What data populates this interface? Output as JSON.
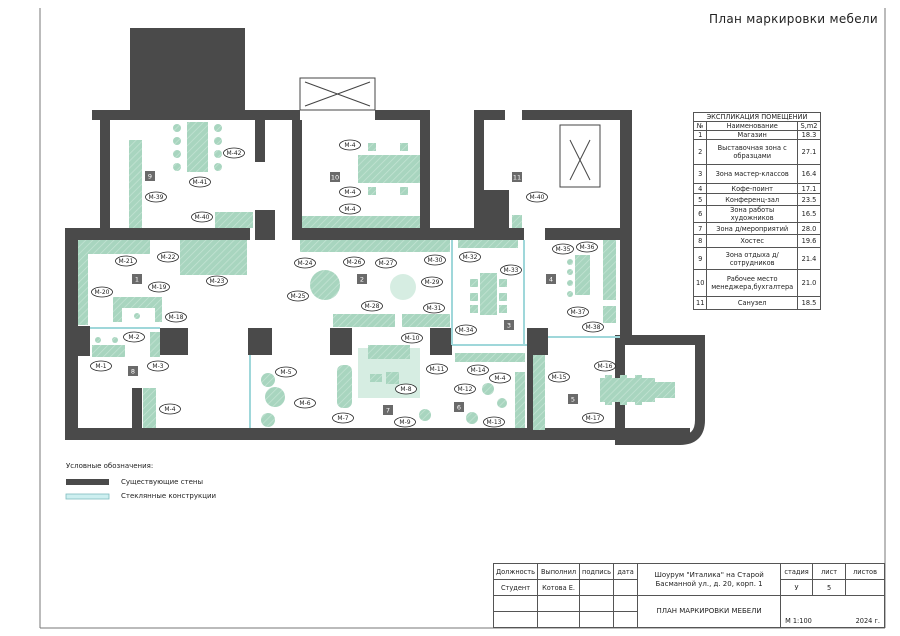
{
  "sheet_title": "План маркировки мебели",
  "explication": {
    "title": "ЭКСПЛИКАЦИЯ ПОМЕЩЕНИЙ",
    "headers": [
      "№",
      "Наименование",
      "S,m2"
    ],
    "rows": [
      {
        "n": "1",
        "name": "Магазин",
        "area": "18.3"
      },
      {
        "n": "2",
        "name": "Выставочная зона с образцами",
        "area": "27.1"
      },
      {
        "n": "3",
        "name": "Зона мастер-классов",
        "area": "16.4"
      },
      {
        "n": "4",
        "name": "Кофе-поинт",
        "area": "17.1"
      },
      {
        "n": "5",
        "name": "Конференц-зал",
        "area": "23.5"
      },
      {
        "n": "6",
        "name": "Зона работы художников",
        "area": "16.5"
      },
      {
        "n": "7",
        "name": "Зона д/мероприятий",
        "area": "28.0"
      },
      {
        "n": "8",
        "name": "Хостес",
        "area": "19.6"
      },
      {
        "n": "9",
        "name": "Зона отдыха д/сотрудников",
        "area": "21.4"
      },
      {
        "n": "10",
        "name": "Рабочее место менеджера,бухгалтера",
        "area": "21.0"
      },
      {
        "n": "11",
        "name": "Санузел",
        "area": "18.5"
      }
    ]
  },
  "legend": {
    "title": "Условные обозначения:",
    "walls": "Существующие стены",
    "glass": "Стеклянные конструкции",
    "wall_color": "#4a4a4a",
    "glass_color": "#cdeff0"
  },
  "rooms": [
    "9",
    "10",
    "11",
    "1",
    "8",
    "2",
    "3",
    "4",
    "7",
    "6",
    "5"
  ],
  "markers": [
    "М-42",
    "М-41",
    "М-39",
    "М-40",
    "М-4",
    "М-4",
    "М-4",
    "М-40",
    "М-21",
    "М-22",
    "М-23",
    "М-20",
    "М-19",
    "М-18",
    "М-2",
    "М-1",
    "М-3",
    "М-4",
    "М-5",
    "М-6",
    "М-7",
    "М-24",
    "М-25",
    "М-26",
    "М-27",
    "М-30",
    "М-29",
    "М-28",
    "М-31",
    "М-32",
    "М-33",
    "М-34",
    "М-35",
    "М-36",
    "М-37",
    "М-38",
    "М-10",
    "М-8",
    "М-9",
    "М-11",
    "М-14",
    "М-4",
    "М-12",
    "М-13",
    "М-15",
    "М-16",
    "М-17"
  ],
  "title_block": {
    "h_position": "Должность",
    "h_performer": "Выполнил",
    "h_signature": "подпись",
    "h_date": "дата",
    "position": "Студент",
    "performer": "Котова Е.",
    "project": "Шоурум \"Италика\" на Старой Басманной ул., д. 20, корп. 1",
    "drawing": "ПЛАН МАРКИРОВКИ МЕБЕЛИ",
    "h_stage": "стадия",
    "h_sheet": "лист",
    "h_sheets": "листов",
    "stage": "У",
    "sheet": "5",
    "scale": "М 1:100",
    "year": "2024 г."
  },
  "colors": {
    "furniture": "#a8d5bf",
    "wall": "#4a4a4a",
    "glass": "#cdeff0"
  }
}
